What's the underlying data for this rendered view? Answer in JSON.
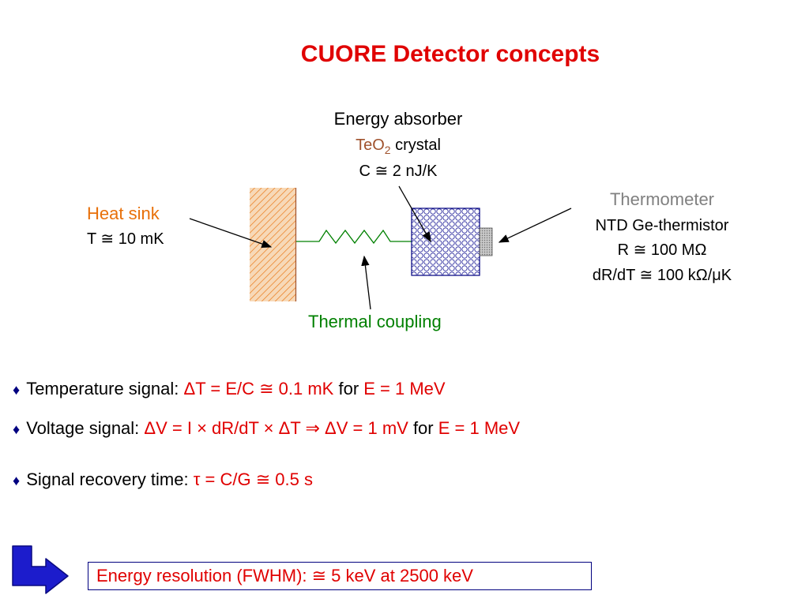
{
  "title": "CUORE Detector concepts",
  "absorber": {
    "heading": "Energy absorber",
    "material_prefix": "TeO",
    "material_subscript": "2",
    "material_suffix": " crystal",
    "capacity": "C ≅ 2 nJ/K"
  },
  "heat_sink": {
    "heading": "Heat sink",
    "temperature": "T ≅ 10 mK"
  },
  "thermometer": {
    "heading": "Thermometer",
    "type": "NTD Ge-thermistor",
    "resistance": "R ≅ 100 MΩ",
    "sensitivity": "dR/dT ≅ 100 kΩ/μK"
  },
  "coupling": {
    "label": "Thermal coupling"
  },
  "bullets": {
    "b1": {
      "label": "Temperature signal: ",
      "formula": "ΔT = E/C ≅ 0.1 mK",
      "for_text": " for ",
      "condition": "E = 1 MeV"
    },
    "b2": {
      "label": "Voltage signal: ",
      "formula": "ΔV = I × dR/dT × ΔT ⇒  ΔV = 1 mV",
      "for_text": " for ",
      "condition": "E = 1 MeV"
    },
    "b3": {
      "label": "Signal recovery time: ",
      "formula": "τ = C/G ≅ 0.5 s"
    }
  },
  "result": {
    "text": "Energy resolution (FWHM): ≅ 5 keV at 2500 keV"
  },
  "colors": {
    "title": "#e00000",
    "heat_sink_fill": "#f4c89a",
    "heat_sink_hatch": "#e8700a",
    "absorber_mesh": "#000080",
    "coupling": "#008000",
    "arrow_icon": "#1c1ccc"
  },
  "icons": {
    "bullet": "diamond-icon",
    "result_arrow": "bent-arrow-icon"
  }
}
